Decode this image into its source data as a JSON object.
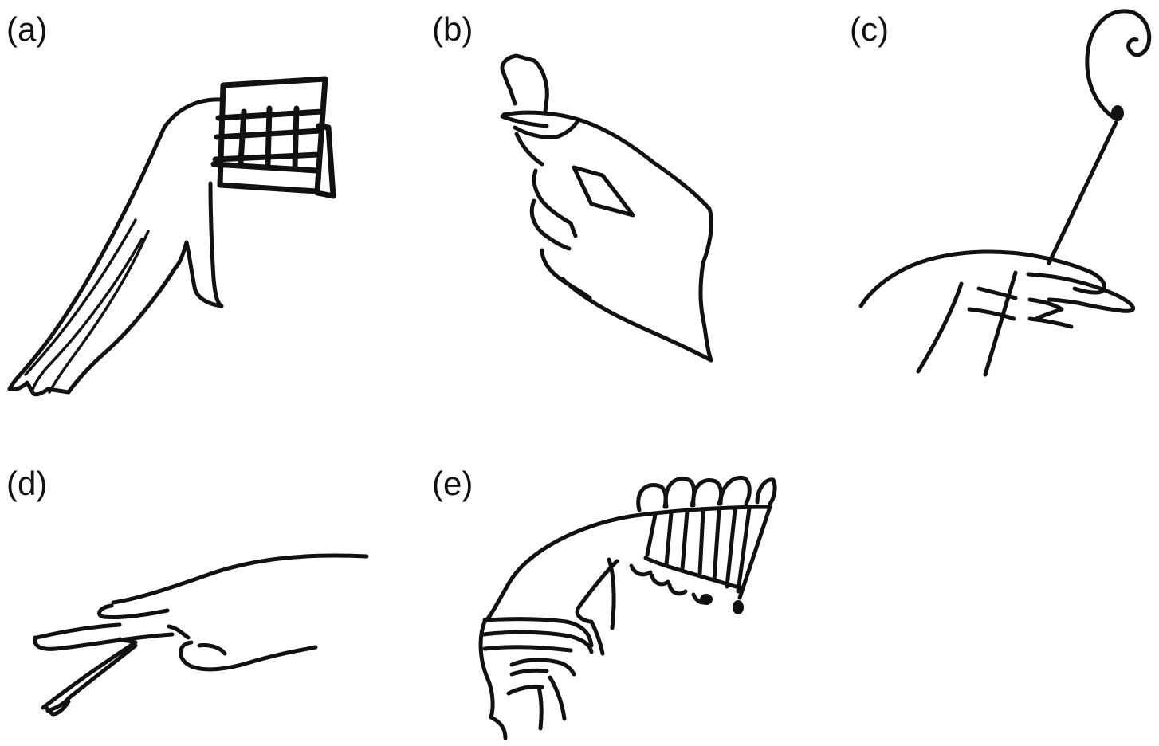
{
  "panels": [
    {
      "id": "a",
      "label": "(a)",
      "icon": "hand-holding-grid-icon"
    },
    {
      "id": "b",
      "label": "(b)",
      "icon": "hand-pinching-object-icon"
    },
    {
      "id": "c",
      "label": "(c)",
      "icon": "hand-on-strings-with-scroll-icon"
    },
    {
      "id": "d",
      "label": "(d)",
      "icon": "hand-resting-on-stick-icon"
    },
    {
      "id": "e",
      "label": "(e)",
      "icon": "hand-gripping-ribbed-object-icon"
    }
  ],
  "style": {
    "stroke_color": "#111111",
    "background": "#ffffff"
  }
}
